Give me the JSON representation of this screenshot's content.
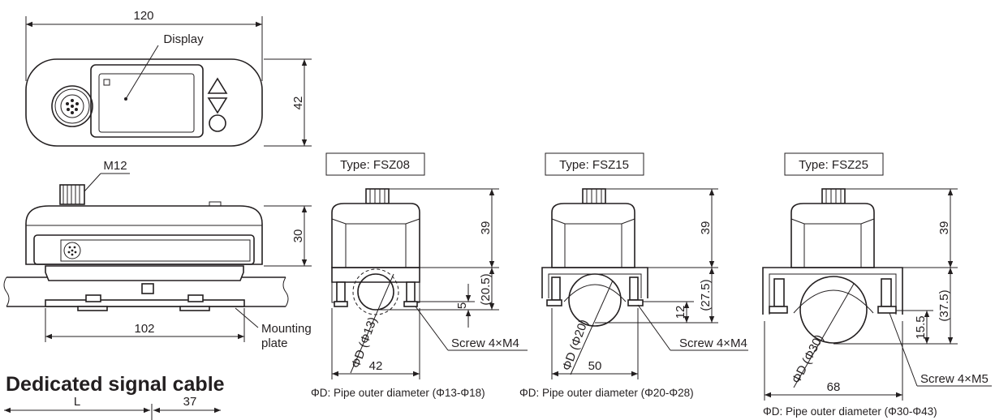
{
  "section_title": "Dedicated signal cable",
  "top_view": {
    "width_dim": "120",
    "height_dim": "42",
    "display_label": "Display"
  },
  "side_view": {
    "connector_label": "M12",
    "height_dim": "30",
    "base_dim": "102",
    "mounting_label_1": "Mounting",
    "mounting_label_2": "plate"
  },
  "cable": {
    "length_label": "L",
    "end_dim": "37"
  },
  "types": [
    {
      "title": "Type: FSZ08",
      "dim_top": "39",
      "dim_mid": "(20.5)",
      "dim_low": "5",
      "diameter": "ΦD (Φ13)",
      "width": "42",
      "screw": "Screw 4×M4",
      "note": "ΦD: Pipe outer diameter (Φ13-Φ18)"
    },
    {
      "title": "Type: FSZ15",
      "dim_top": "39",
      "dim_mid": "(27.5)",
      "dim_low": "12",
      "diameter": "ΦD (Φ20)",
      "width": "50",
      "screw": "Screw 4×M4",
      "note": "ΦD: Pipe outer diameter (Φ20-Φ28)"
    },
    {
      "title": "Type: FSZ25",
      "dim_top": "39",
      "dim_mid": "(37.5)",
      "dim_low": "15.5",
      "diameter": "ΦD (Φ30)",
      "width": "68",
      "screw": "Screw 4×M5",
      "note": "ΦD: Pipe outer diameter (Φ30-Φ43)"
    }
  ]
}
